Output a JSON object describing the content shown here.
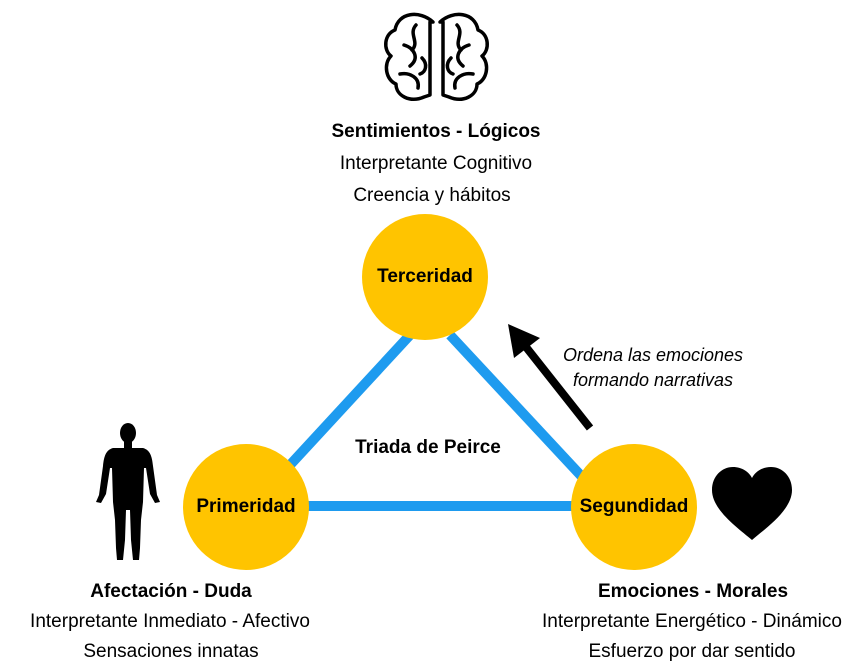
{
  "colors": {
    "node_fill": "#FFC400",
    "edge": "#1E9BEF",
    "arrow": "#000000",
    "text": "#000000"
  },
  "diagram": {
    "center_label": "Triada de Peirce",
    "nodes": {
      "terceridad": {
        "label": "Terceridad"
      },
      "primeridad": {
        "label": "Primeridad"
      },
      "segundidad": {
        "label": "Segundidad"
      }
    },
    "arrow_annotation": {
      "line1": "Ordena las emociones",
      "line2": "formando narrativas"
    },
    "top_block": {
      "title": "Sentimientos - Lógicos",
      "line1": "Interpretante Cognitivo",
      "line2": "Creencia y hábitos",
      "icon": "brain-icon"
    },
    "left_block": {
      "title": "Afectación - Duda",
      "line1": "Interpretante Inmediato - Afectivo",
      "line2": "Sensaciones innatas",
      "icon": "human-body-icon"
    },
    "right_block": {
      "title": "Emociones - Morales",
      "line1": "Interpretante Energético - Dinámico",
      "line2": "Esfuerzo por dar sentido",
      "icon": "heart-icon"
    }
  }
}
